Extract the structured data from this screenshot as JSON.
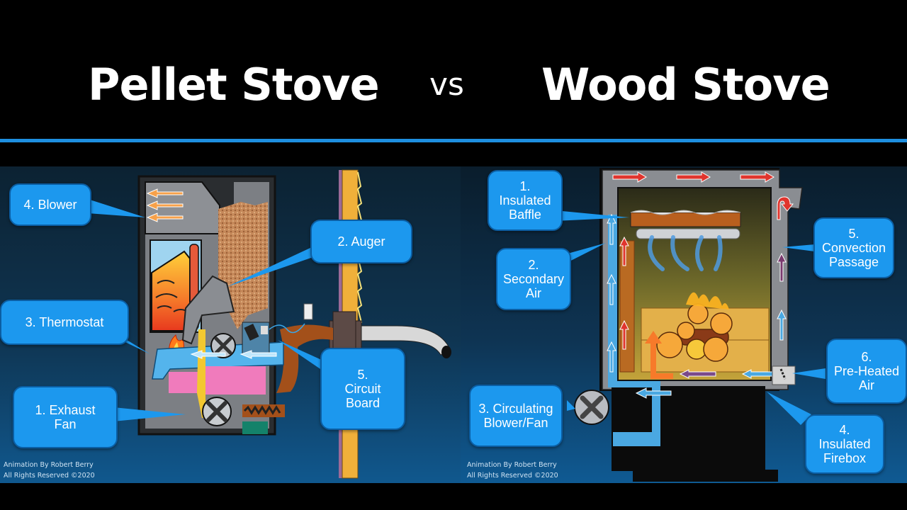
{
  "header": {
    "left_title": "Pellet Stove",
    "separator": "vs",
    "right_title": "Wood Stove",
    "accent_color": "#1e8fe0"
  },
  "pellet_stove": {
    "labels": [
      {
        "id": "blower",
        "text": "4. Blower"
      },
      {
        "id": "auger",
        "text": "2. Auger"
      },
      {
        "id": "thermostat",
        "text": "3. Thermostat"
      },
      {
        "id": "exhaust-fan",
        "text": "1. Exhaust\nFan"
      },
      {
        "id": "circuit-board",
        "text": "5.\nCircuit\nBoard"
      }
    ],
    "credit": {
      "line1": "Animation By Robert Berry",
      "line2": "All Rights Reserved ©2020"
    }
  },
  "wood_stove": {
    "labels": [
      {
        "id": "insulated-baffle",
        "text": "1.\nInsulated\nBaffle"
      },
      {
        "id": "secondary-air",
        "text": "2.\nSecondary\nAir"
      },
      {
        "id": "circulating-blower",
        "text": "3. Circulating\nBlower/Fan"
      },
      {
        "id": "insulated-firebox",
        "text": "4.\nInsulated\nFirebox"
      },
      {
        "id": "convection-passage",
        "text": "5. Convection\nPassage"
      },
      {
        "id": "pre-heated-air",
        "text": "6.\nPre-Heated\nAir"
      }
    ],
    "credit": {
      "line1": "Animation By Robert Berry",
      "line2": "All Rights Reserved ©2020"
    }
  },
  "colors": {
    "label_bg": "#1c98ee",
    "label_border": "#0b5ea3",
    "background_top": "#0c2232",
    "background_bottom": "#10588e"
  }
}
